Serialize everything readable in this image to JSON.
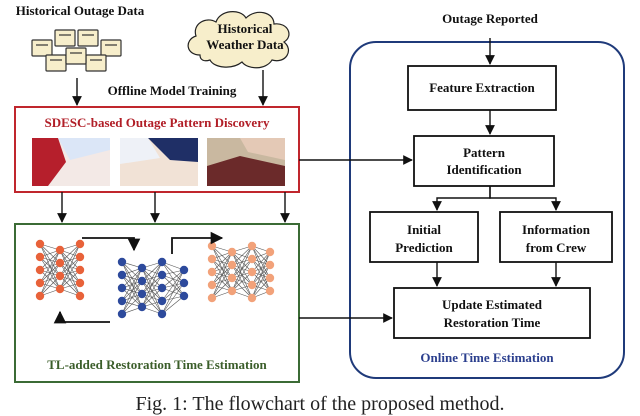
{
  "inputs": {
    "outage_data": "Historical Outage Data",
    "weather_data": [
      "Historical",
      "Weather Data"
    ]
  },
  "offline_label": "Offline Model Training",
  "pattern_discovery": {
    "title": "SDESC-based Outage Pattern Discovery"
  },
  "restoration_estimation": {
    "title": "TL-added Restoration Time Estimation"
  },
  "online": {
    "outage_reported": "Outage Reported",
    "feature_extraction": "Feature Extraction",
    "pattern_identification": [
      "Pattern",
      "Identification"
    ],
    "initial_prediction": [
      "Initial",
      "Prediction"
    ],
    "information_from_crew": [
      "Information",
      "from Crew"
    ],
    "update_estimated": [
      "Update Estimated",
      "Restoration Time"
    ],
    "title": "Online Time Estimation"
  },
  "caption": "Fig. 1: The flowchart of the proposed method.",
  "colors": {
    "red_box": "#c0262d",
    "green_box": "#3b6b35",
    "blue_box": "#1f3a7a",
    "cloud_fill": "#f7eecb",
    "neuron_orange": "#e8623a",
    "neuron_blue": "#2d4a9c",
    "neuron_peach": "#f2a27a"
  }
}
